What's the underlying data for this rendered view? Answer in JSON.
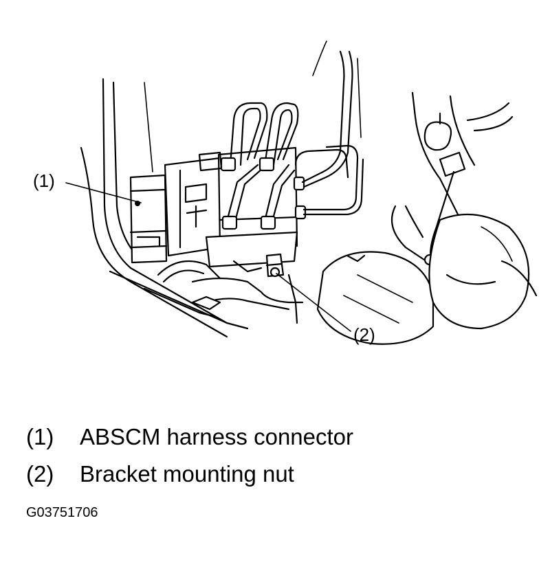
{
  "callouts": {
    "c1": "(1)",
    "c2": "(2)"
  },
  "legend": [
    {
      "num": "(1)",
      "text": "ABSCM harness connector"
    },
    {
      "num": "(2)",
      "text": "Bracket mounting nut"
    }
  ],
  "figure_id": "G03751706"
}
